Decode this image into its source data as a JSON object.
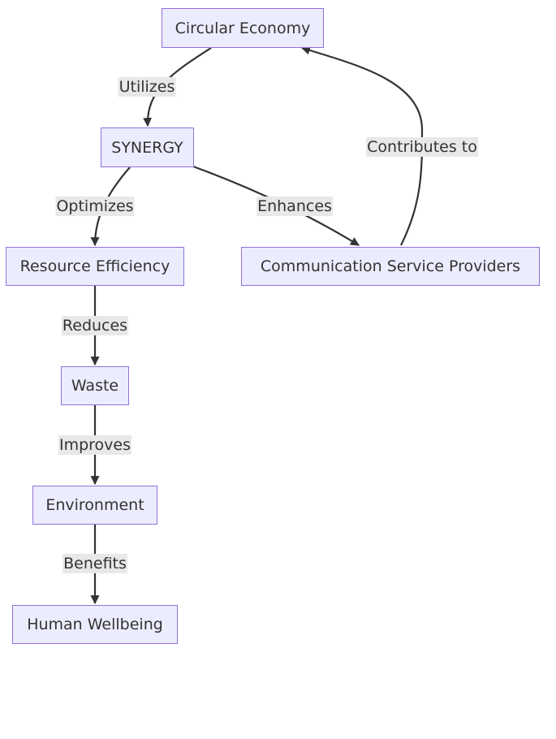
{
  "nodes": {
    "circular_economy": "Circular Economy",
    "synergy": "SYNERGY",
    "resource_efficiency": "Resource Efficiency",
    "csp": "Communication Service Providers",
    "waste": "Waste",
    "environment": "Environment",
    "human_wellbeing": "Human Wellbeing"
  },
  "edges": {
    "utilizes": "Utilizes",
    "optimizes": "Optimizes",
    "enhances": "Enhances",
    "contributes_to": "Contributes to",
    "reduces": "Reduces",
    "improves": "Improves",
    "benefits": "Benefits"
  },
  "colors": {
    "node_fill": "#ECECFF",
    "node_stroke": "#9370DB",
    "edge": "#333333",
    "label_bg": "#e8e8e8"
  }
}
